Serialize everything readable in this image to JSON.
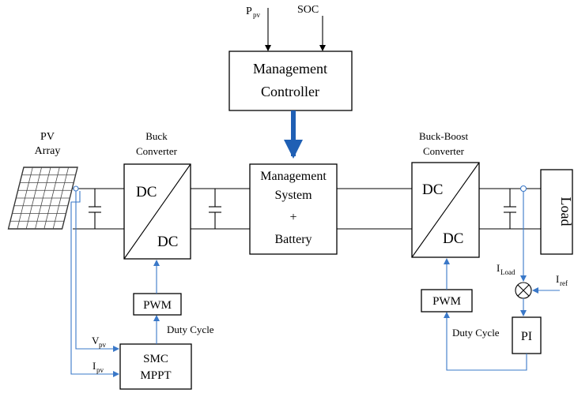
{
  "inputs": {
    "ppv": "P",
    "ppv_sub": "pv",
    "soc": "SOC"
  },
  "management_controller": {
    "line1": "Management",
    "line2": "Controller"
  },
  "pv_array": {
    "line1": "PV",
    "line2": "Array"
  },
  "buck_converter": {
    "title1": "Buck",
    "title2": "Converter",
    "top": "DC",
    "bottom": "DC"
  },
  "management_system": {
    "line1": "Management",
    "line2": "System",
    "plus": "+",
    "line3": "Battery"
  },
  "buck_boost_converter": {
    "title1": "Buck-Boost",
    "title2": "Converter",
    "top": "DC",
    "bottom": "DC"
  },
  "load": {
    "label": "Load"
  },
  "pwm_left": {
    "label": "PWM"
  },
  "pwm_right": {
    "label": "PWM"
  },
  "duty_left": {
    "label": "Duty Cycle"
  },
  "duty_right": {
    "label": "Duty Cycle"
  },
  "smc_mppt": {
    "line1": "SMC",
    "line2": "MPPT"
  },
  "vpv": {
    "main": "V",
    "sub": "pv"
  },
  "ipv": {
    "main": "I",
    "sub": "pv"
  },
  "iload": {
    "main": "I",
    "sub": "Load"
  },
  "iref": {
    "main": "I",
    "sub": "ref"
  },
  "pi": {
    "label": "PI"
  },
  "colors": {
    "signal": "#3a78c8",
    "thick_arrow": "#1f5fb4",
    "line": "#000000"
  }
}
